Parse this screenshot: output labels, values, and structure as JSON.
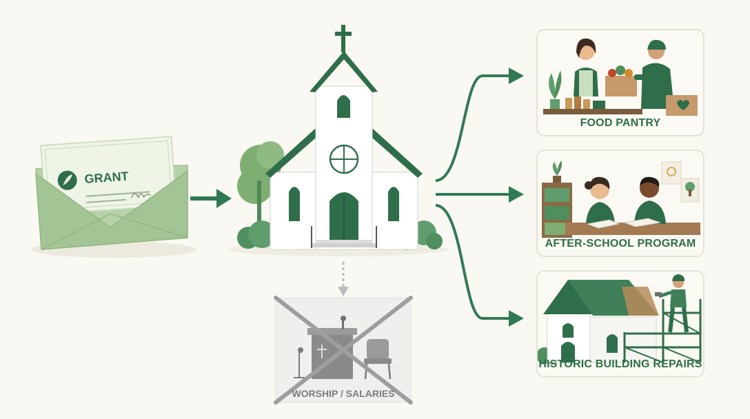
{
  "source": {
    "letter_text": "GRANT"
  },
  "recipient": {
    "icon": "church-icon"
  },
  "allowed_uses": [
    {
      "label": "FOOD PANTRY",
      "icon": "food-pantry-illustration"
    },
    {
      "label": "AFTER-SCHOOL PROGRAM",
      "icon": "after-school-illustration"
    },
    {
      "label": "HISTORIC BUILDING REPAIRS",
      "icon": "building-repair-illustration"
    }
  ],
  "excluded_use": {
    "label": "WORSHIP / SALARIES",
    "icon": "pulpit-crossed-out-icon"
  },
  "colors": {
    "brand_green": "#2f6e4a",
    "light_green": "#c9dfc0",
    "envelope_green": "#a7c79a",
    "excluded_gray": "#8a8a8a",
    "background": "#faf8f2"
  }
}
